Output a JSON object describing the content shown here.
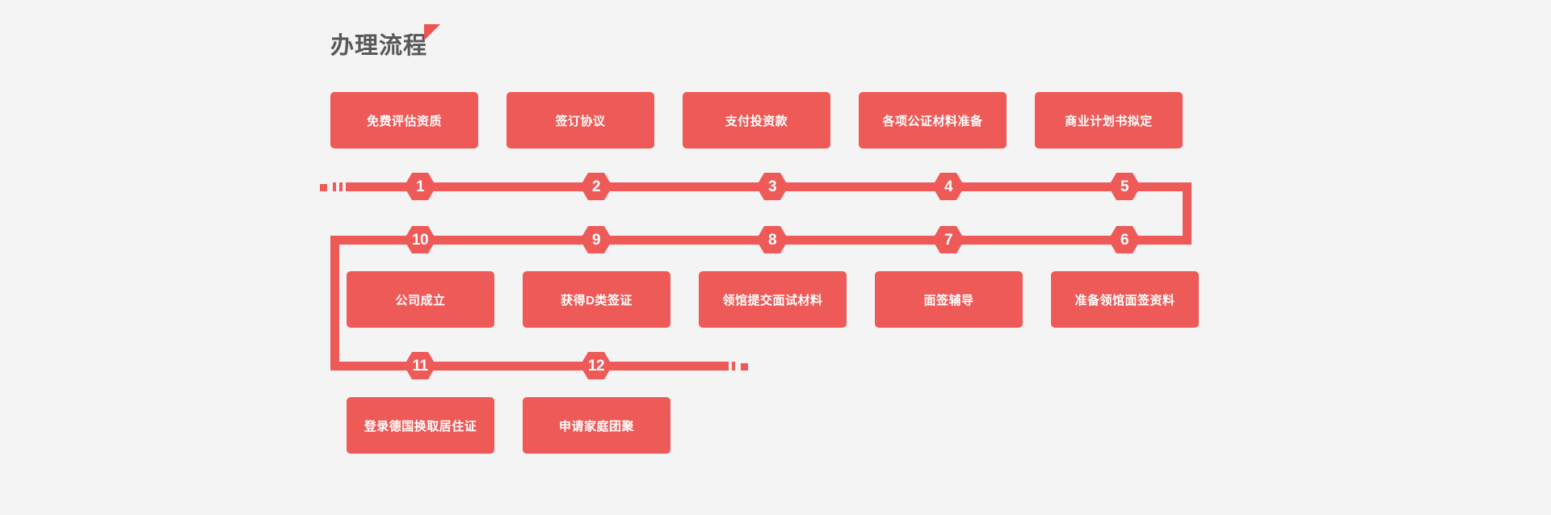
{
  "page": {
    "background_color": "#f4f4f4",
    "accent_color": "#ee5a57",
    "title_color": "#585858"
  },
  "header": {
    "title": "办理流程",
    "decoration_icon": "triangle-accent-icon"
  },
  "flow": {
    "row1": {
      "boxes": [
        {
          "label": "免费评估资质"
        },
        {
          "label": "签订协议"
        },
        {
          "label": "支付投资款"
        },
        {
          "label": "各项公证材料准备"
        },
        {
          "label": "商业计划书拟定"
        }
      ],
      "steps": [
        "1",
        "2",
        "3",
        "4",
        "5"
      ]
    },
    "row2": {
      "steps": [
        "10",
        "9",
        "8",
        "7",
        "6"
      ],
      "boxes": [
        {
          "label": "公司成立"
        },
        {
          "label": "获得D类签证"
        },
        {
          "label": "领馆提交面试材料"
        },
        {
          "label": "面签辅导"
        },
        {
          "label": "准备领馆面签资料"
        }
      ]
    },
    "row3": {
      "steps": [
        "11",
        "12"
      ],
      "boxes": [
        {
          "label": "登录德国换取居住证"
        },
        {
          "label": "申请家庭团聚"
        }
      ]
    },
    "start_cap_icon": "flow-start-cap-icon",
    "end_cap_icon": "flow-end-cap-icon"
  }
}
